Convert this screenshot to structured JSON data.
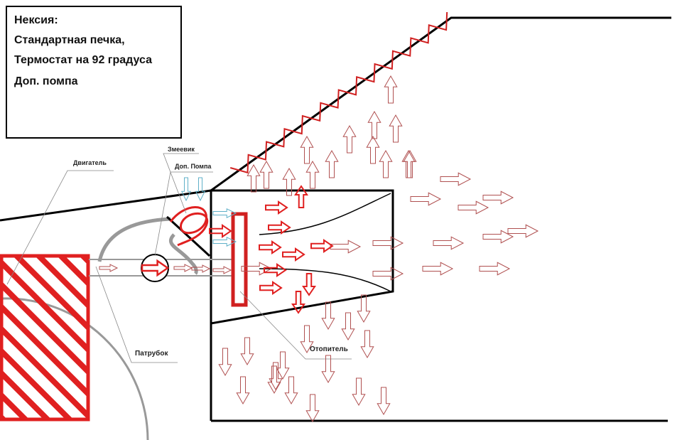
{
  "info": {
    "title": "Нексия:",
    "line1": "Стандартная печка,",
    "line2": "Термостат на 92 градуса",
    "line3": "Доп. помпа"
  },
  "labels": {
    "engine": "Двигатель",
    "coil": "Змеевик",
    "extra_pump": "Доп. Помпа",
    "pipe": "Патрубок",
    "heater": "Отопитель"
  },
  "colors": {
    "hot": "#e02020",
    "warm": "#b05050",
    "cold": "#5fb0c8",
    "pipe": "#888888"
  }
}
